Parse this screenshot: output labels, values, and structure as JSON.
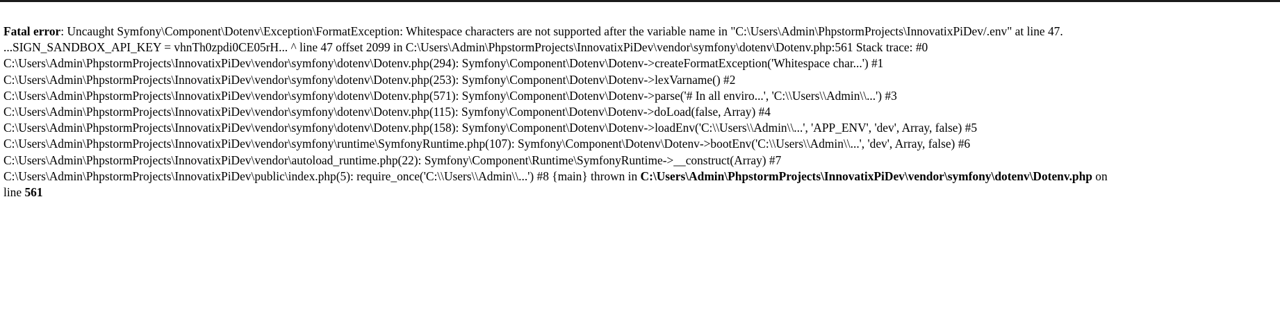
{
  "error": {
    "label": "Fatal error",
    "sep": ": ",
    "lines": [
      "Uncaught Symfony\\Component\\Dotenv\\Exception\\FormatException: Whitespace characters are not supported after the variable name in \"C:\\Users\\Admin\\PhpstormProjects\\InnovatixPiDev/.env\" at line 47.",
      "...SIGN_SANDBOX_API_KEY = vhnTh0zpdi0CE05rH... ^ line 47 offset 2099 in C:\\Users\\Admin\\PhpstormProjects\\InnovatixPiDev\\vendor\\symfony\\dotenv\\Dotenv.php:561 Stack trace: #0",
      "C:\\Users\\Admin\\PhpstormProjects\\InnovatixPiDev\\vendor\\symfony\\dotenv\\Dotenv.php(294): Symfony\\Component\\Dotenv\\Dotenv->createFormatException('Whitespace char...') #1",
      "C:\\Users\\Admin\\PhpstormProjects\\InnovatixPiDev\\vendor\\symfony\\dotenv\\Dotenv.php(253): Symfony\\Component\\Dotenv\\Dotenv->lexVarname() #2",
      "C:\\Users\\Admin\\PhpstormProjects\\InnovatixPiDev\\vendor\\symfony\\dotenv\\Dotenv.php(571): Symfony\\Component\\Dotenv\\Dotenv->parse('# In all enviro...', 'C:\\\\Users\\\\Admin\\\\...') #3",
      "C:\\Users\\Admin\\PhpstormProjects\\InnovatixPiDev\\vendor\\symfony\\dotenv\\Dotenv.php(115): Symfony\\Component\\Dotenv\\Dotenv->doLoad(false, Array) #4",
      "C:\\Users\\Admin\\PhpstormProjects\\InnovatixPiDev\\vendor\\symfony\\dotenv\\Dotenv.php(158): Symfony\\Component\\Dotenv\\Dotenv->loadEnv('C:\\\\Users\\\\Admin\\\\...', 'APP_ENV', 'dev', Array, false) #5",
      "C:\\Users\\Admin\\PhpstormProjects\\InnovatixPiDev\\vendor\\symfony\\runtime\\SymfonyRuntime.php(107): Symfony\\Component\\Dotenv\\Dotenv->bootEnv('C:\\\\Users\\\\Admin\\\\...', 'dev', Array, false) #6",
      "C:\\Users\\Admin\\PhpstormProjects\\InnovatixPiDev\\vendor\\autoload_runtime.php(22): Symfony\\Component\\Runtime\\SymfonyRuntime->__construct(Array) #7"
    ],
    "last_line_prefix": "C:\\Users\\Admin\\PhpstormProjects\\InnovatixPiDev\\public\\index.php(5): require_once('C:\\\\Users\\\\Admin\\\\...') #8 {main} thrown in ",
    "thrown_file": "C:\\Users\\Admin\\PhpstormProjects\\InnovatixPiDev\\vendor\\symfony\\dotenv\\Dotenv.php",
    "on_line_text": " on",
    "line_word": "line ",
    "line_number": "561"
  }
}
